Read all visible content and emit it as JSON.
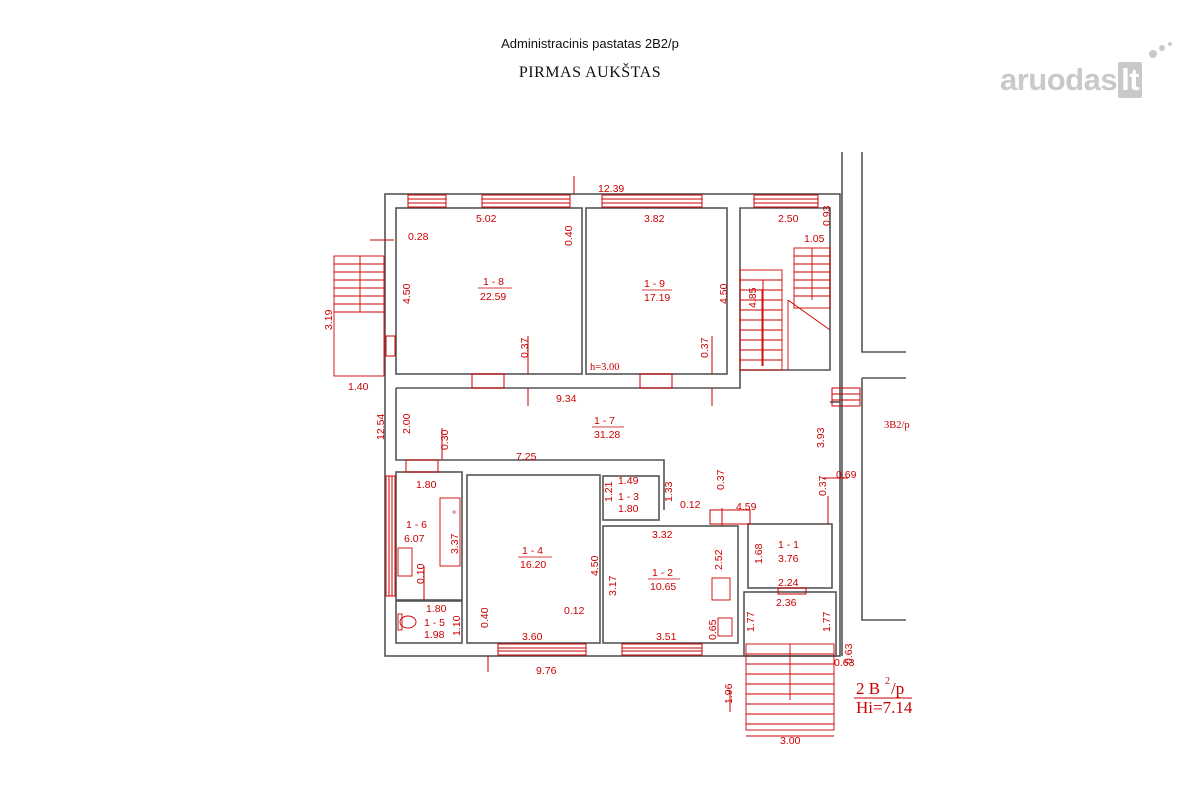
{
  "document_title": "Administracinis pastatas 2B2/p",
  "floor_title": "PIRMAS AUKŠTAS",
  "logo": {
    "text": "aruodas",
    "suffix": "lt"
  },
  "colors": {
    "wall": "#555555",
    "annotation": "#cc0000",
    "background": "#ffffff",
    "logo": "#c9c9c9"
  },
  "rooms": [
    {
      "id": "1 - 8",
      "area": "22.59"
    },
    {
      "id": "1 - 9",
      "area": "17.19"
    },
    {
      "id": "1 - 7",
      "area": "31.28"
    },
    {
      "id": "1 - 6",
      "area": "6.07"
    },
    {
      "id": "1 - 5",
      "area": "1.98"
    },
    {
      "id": "1 - 4",
      "area": "16.20"
    },
    {
      "id": "1 - 3",
      "area": "1.80"
    },
    {
      "id": "1 - 2",
      "area": "10.65"
    },
    {
      "id": "1 - 1",
      "area": "3.76"
    }
  ],
  "dimensions": {
    "overall_width": "12.39",
    "r8_width": "5.02",
    "r8_depth": "4.50",
    "r8_offset": "0.28",
    "wall_0_40": "0.40",
    "r8_wall": "0.37",
    "r9_width": "3.82",
    "r9_depth": "4.50",
    "r9_wall": "0.37",
    "stair_width": "2.50",
    "stair_093": "0.93",
    "stair_105": "1.05",
    "stair_485": "4.85",
    "left_stair_319": "3.19",
    "left_stair_140": "1.40",
    "corridor_length": "9.34",
    "corridor_200": "2.00",
    "overall_depth": "12.54",
    "corridor_030": "0.30",
    "corridor_393": "3.93",
    "r6_180": "1.80",
    "r6_337": "3.37",
    "r6_010": "0.10",
    "r5_180": "1.80",
    "r5_110": "1.10",
    "r4_725": "7.25",
    "r4_450": "4.50",
    "r4_040": "0.40",
    "r4_012": "0.12",
    "r4_360": "3.60",
    "r3_149": "1.49",
    "r3_121": "1.21",
    "r3_133": "1.33",
    "r3_012": "0.12",
    "r2_037": "0.37",
    "r2_332": "3.32",
    "r2_317": "3.17",
    "r2_252": "2.52",
    "r2_351": "3.51",
    "r2_065": "0.65",
    "r1_459": "4.59",
    "r1_037": "0.37",
    "r1_069": "0.69",
    "r1_168": "1.68",
    "r1_224": "2.24",
    "entry_236": "2.36",
    "entry_177a": "1.77",
    "entry_177b": "1.77",
    "entry_063a": "0.63",
    "entry_063b": "0.63",
    "front_976": "9.76",
    "front_stair_196": "1.96",
    "front_stair_300": "3.00"
  },
  "labels": {
    "ceiling_height": "h=3.00",
    "neighbor_building": "3B2/p",
    "degree_mark": "°",
    "stamp_building": "2 B",
    "stamp_superscript": "2",
    "stamp_suffix": "/p",
    "stamp_height": "Hi=7.14"
  }
}
